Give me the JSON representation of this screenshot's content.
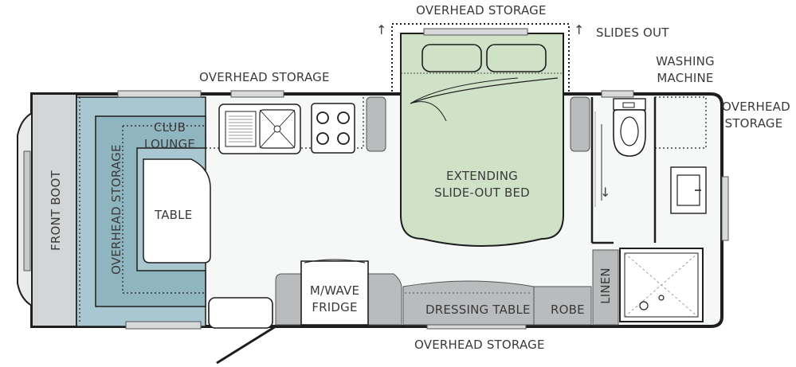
{
  "labels": {
    "overhead_top_right": "OVERHEAD STORAGE",
    "slides_out": "SLIDES OUT",
    "overhead_top_left": "OVERHEAD STORAGE",
    "washing_machine_1": "WASHING",
    "washing_machine_2": "MACHINE",
    "overhead_right_1": "OVERHEAD",
    "overhead_right_2": "STORAGE",
    "club_lounge_1": "CLUB",
    "club_lounge_2": "LOUNGE",
    "table": "TABLE",
    "overhead_left_vertical": "OVERHEAD STORAGE",
    "front_boot": "FRONT BOOT",
    "bed_1": "EXTENDING",
    "bed_2": "SLIDE-OUT BED",
    "mwave_1": "M/WAVE",
    "mwave_2": "FRIDGE",
    "dressing_table": "DRESSING TABLE",
    "robe": "ROBE",
    "linen": "LINEN",
    "overhead_bottom": "OVERHEAD STORAGE"
  },
  "icons": {
    "slide_arrow": "↑",
    "down_arrow": "↓"
  },
  "colors": {
    "outline": "#1e1e1e",
    "floor": "#f6f7f7",
    "lounge_fill": "#a9c7d0",
    "bed_fill": "#cfe2c8",
    "cabinet_fill": "#b9bbbd",
    "appliance_fill": "#e9eaea",
    "wall_fill": "#ffffff"
  }
}
